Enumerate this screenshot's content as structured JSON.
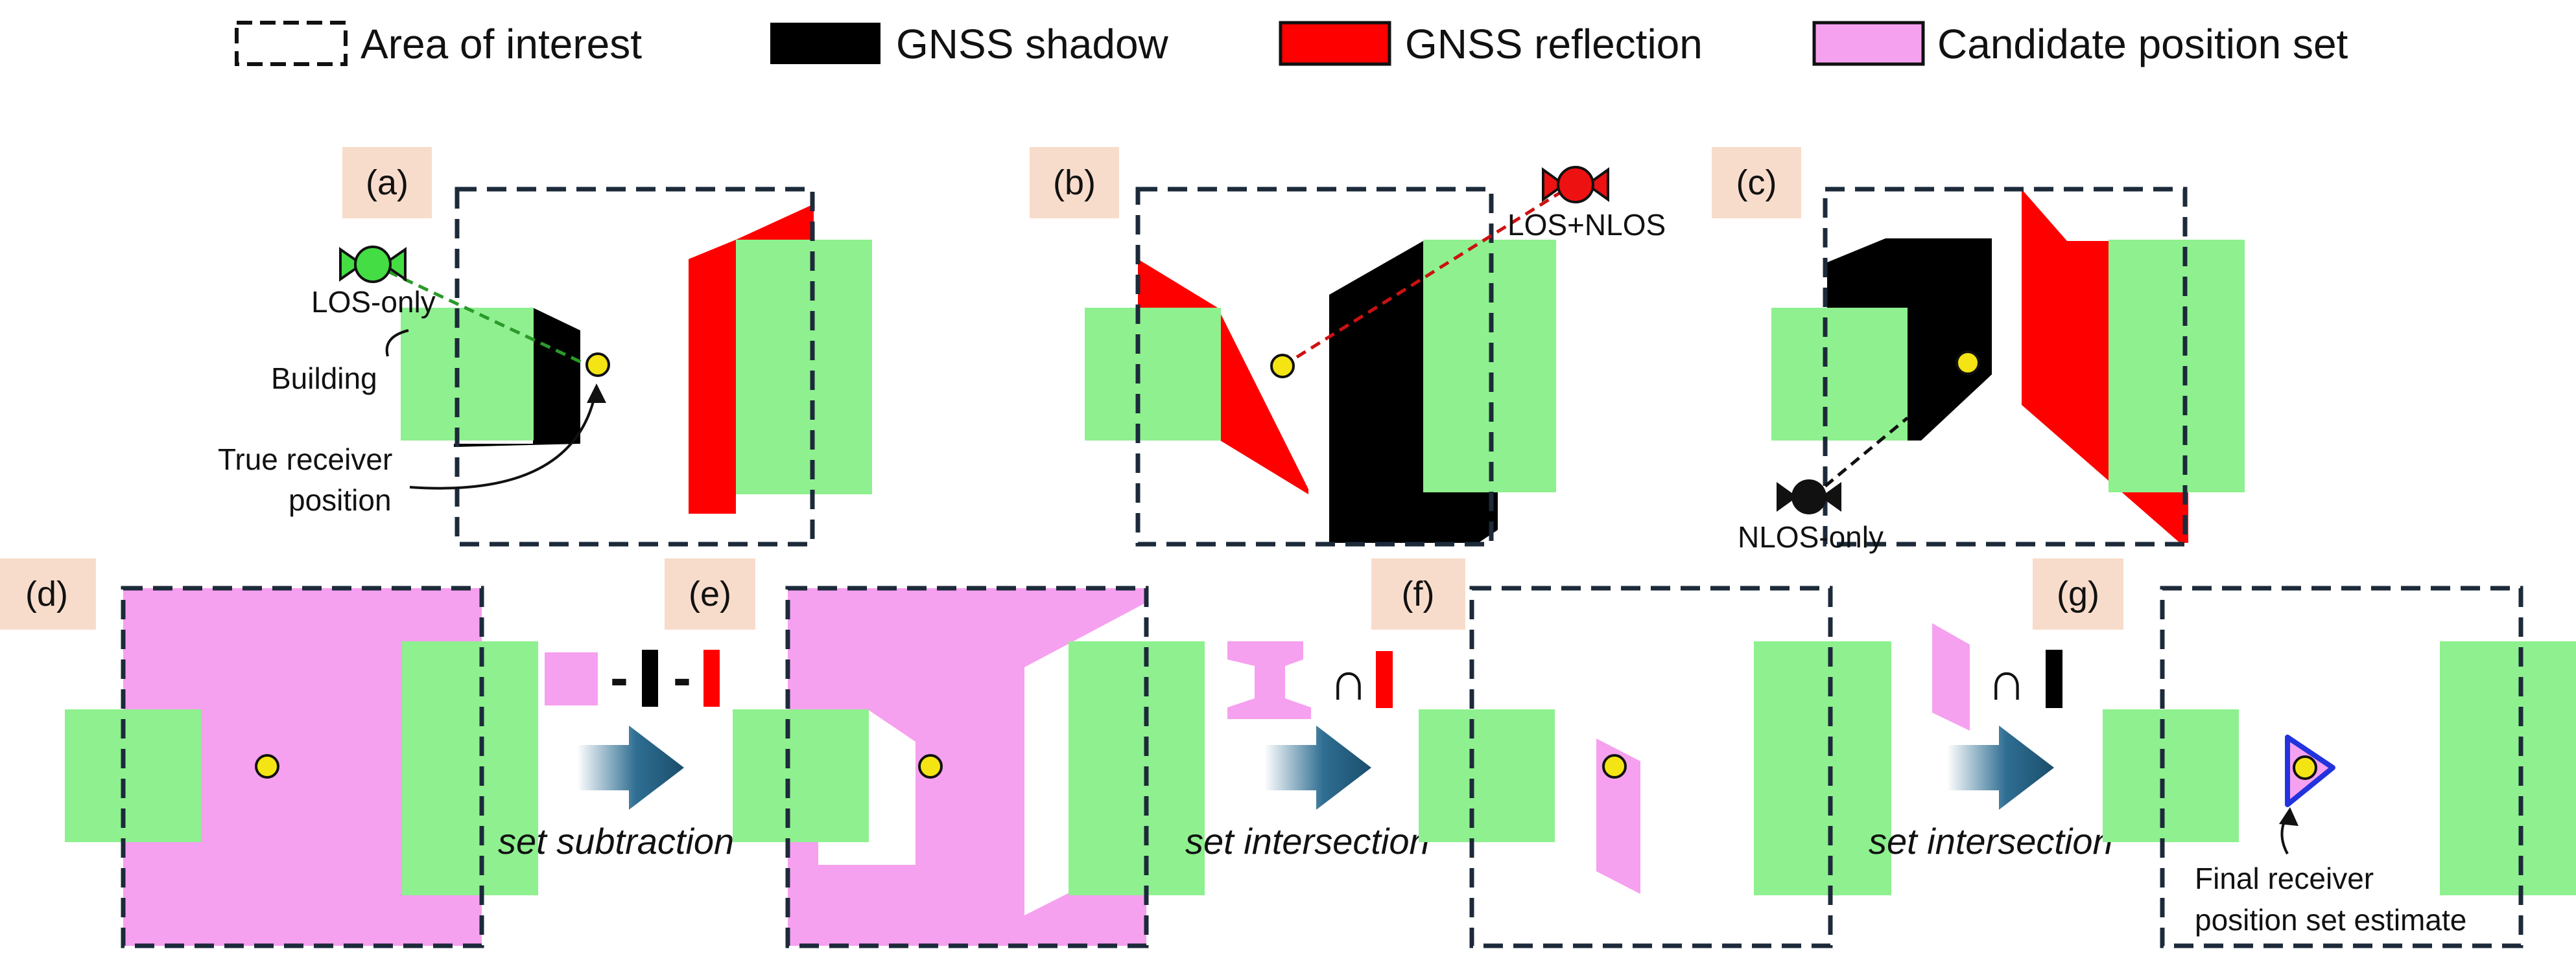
{
  "legend": {
    "area_of_interest": "Area of interest",
    "gnss_shadow": "GNSS shadow",
    "gnss_reflection": "GNSS reflection",
    "candidate_position_set": "Candidate position set"
  },
  "panels": {
    "a": {
      "tag": "(a)",
      "satellite_label": "LOS-only",
      "building_label": "Building",
      "receiver_label_line1": "True receiver",
      "receiver_label_line2": "position"
    },
    "b": {
      "tag": "(b)",
      "satellite_label": "LOS+NLOS"
    },
    "c": {
      "tag": "(c)",
      "satellite_label": "NLOS-only"
    },
    "d": {
      "tag": "(d)"
    },
    "e": {
      "tag": "(e)"
    },
    "f": {
      "tag": "(f)"
    },
    "g": {
      "tag": "(g)",
      "estimate_label_line1": "Final receiver",
      "estimate_label_line2": "position set estimate"
    }
  },
  "operations": {
    "op1": {
      "label": "set subtraction",
      "symbol1": "-",
      "symbol2": "-"
    },
    "op2": {
      "label": "set intersection",
      "symbol": "∩"
    },
    "op3": {
      "label": "set intersection",
      "symbol": "∩"
    }
  },
  "colors": {
    "building": "#8ef08e",
    "shadow": "#000000",
    "reflection": "#ff0000",
    "candidate": "#f6a0f0",
    "receiver": "#f4e414",
    "satellite_los": "#44dd44",
    "satellite_nlos_reflect": "#ee1111",
    "satellite_nlos": "#111111",
    "estimate_outline": "#2233dd",
    "tag_background": "#f8dccb",
    "arrow": "#1f5878"
  },
  "icons": [
    "satellite-icon",
    "receiver-position-marker",
    "process-arrow-icon"
  ]
}
